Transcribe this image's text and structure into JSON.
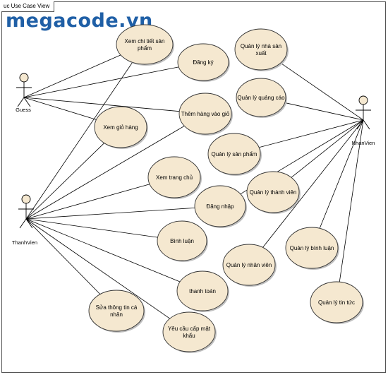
{
  "frame": {
    "title": "uc Use Case View"
  },
  "watermark": {
    "text": "megacode.vn"
  },
  "colors": {
    "usecase_fill": "#f5e8d0",
    "usecase_stroke": "#333333",
    "line": "#000000",
    "watermark": "#1f5fa6"
  },
  "actors": {
    "guess": "Guess",
    "thanhvien": "ThanhVien",
    "nhanvien": "NhanVien"
  },
  "usecases": {
    "xem_chi_tiet": [
      "Xem chi tiết sản",
      "phẩm"
    ],
    "dang_ky": [
      "Đăng ký"
    ],
    "quan_ly_nha_san_xuat": [
      "Quản lý nhà sản",
      "xuất"
    ],
    "quan_ly_quang_cao": [
      "Quản lý quảng cáo"
    ],
    "them_hang": [
      "Thêm hàng vào giỏ"
    ],
    "xem_gio_hang": [
      "Xem giỏ hàng"
    ],
    "quan_ly_san_pham": [
      "Quản lý sản phẩm"
    ],
    "xem_trang_chu": [
      "Xem trang chủ"
    ],
    "quan_ly_thanh_vien": [
      "Quản lý thành viên"
    ],
    "dang_nhap": [
      "Đăng nhập"
    ],
    "binh_luan": [
      "Bình luận"
    ],
    "quan_ly_nhan_vien": [
      "Quản lý nhân viên"
    ],
    "quan_ly_binh_luan": [
      "Quản lý bình luận"
    ],
    "thanh_toan": [
      "thanh toán"
    ],
    "sua_thong_tin": [
      "Sửa thông tin cá",
      "nhân"
    ],
    "yeu_cau_cap_mk": [
      "Yêu cầu cấp mật",
      "khẩu"
    ],
    "quan_ly_tin_tuc": [
      "Quản lý tin tức"
    ]
  }
}
